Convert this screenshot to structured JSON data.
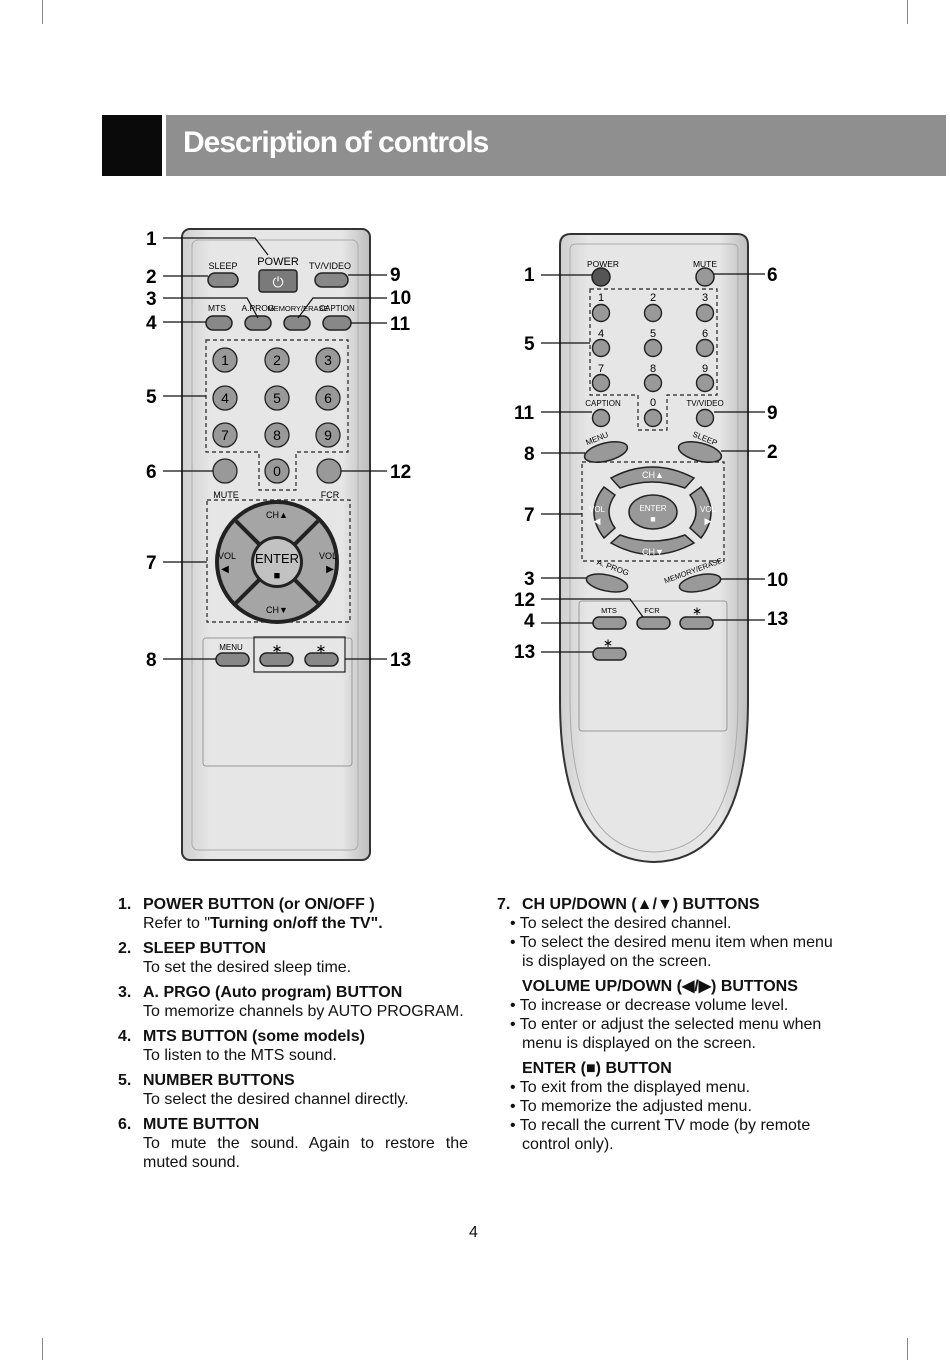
{
  "title": "Description of controls",
  "remote1": {
    "labels": {
      "power": "POWER",
      "sleep": "SLEEP",
      "tvvideo": "TV/VIDEO",
      "mts": "MTS",
      "aprog": "A.PROG",
      "memerase": "MEMORY/ERASE",
      "caption": "CAPTION",
      "mute": "MUTE",
      "fcr": "FCR",
      "ch_up": "CH▲",
      "ch_down": "CH▼",
      "vol_l": "VOL",
      "vol_r": "VOL",
      "enter": "ENTER",
      "menu": "MENU",
      "star": "∗"
    },
    "digits": [
      "1",
      "2",
      "3",
      "4",
      "5",
      "6",
      "7",
      "8",
      "9",
      "0"
    ],
    "callouts_left": [
      "1",
      "2",
      "3",
      "4",
      "5",
      "6",
      "7",
      "8"
    ],
    "callouts_right": [
      "9",
      "10",
      "11",
      "12",
      "13"
    ]
  },
  "remote2": {
    "labels": {
      "power": "POWER",
      "mute": "MUTE",
      "caption": "CAPTION",
      "tvvideo": "TV/VIDEO",
      "menu": "MENU",
      "sleep": "SLEEP",
      "ch_up": "CH▲",
      "ch_down": "CH▼",
      "vol_l": "VOL",
      "vol_r": "VOL",
      "enter": "ENTER",
      "aprog": "A. PROG",
      "memerase": "MEMORY/ERASE",
      "mts": "MTS",
      "fcr": "FCR",
      "star": "∗"
    },
    "digits": [
      "1",
      "2",
      "3",
      "4",
      "5",
      "6",
      "7",
      "8",
      "9",
      "0"
    ],
    "callouts_left": [
      "1",
      "5",
      "11",
      "8",
      "7",
      "3",
      "12",
      "4",
      "13"
    ],
    "callouts_right": [
      "6",
      "9",
      "2",
      "10",
      "13"
    ]
  },
  "left_list": [
    {
      "num": "1.",
      "head": "POWER BUTTON (or ON/OFF )",
      "desc_pre": "Refer to \"",
      "desc_bold": "Turning on/off the TV\".",
      "desc": ""
    },
    {
      "num": "2.",
      "head": "SLEEP BUTTON",
      "desc": "To set the desired sleep time."
    },
    {
      "num": "3.",
      "head": "A. PRGO (Auto program) BUTTON",
      "desc": "To memorize channels by AUTO PROGRAM."
    },
    {
      "num": "4.",
      "head": "MTS BUTTON (some models)",
      "desc": "To listen to the MTS sound."
    },
    {
      "num": "5.",
      "head": "NUMBER BUTTONS",
      "desc": "To select the desired channel directly."
    },
    {
      "num": "6.",
      "head": "MUTE BUTTON",
      "desc": "To mute the sound. Again to restore the muted sound."
    }
  ],
  "right_list": {
    "num": "7.",
    "head": "CH UP/DOWN (▲/▼) BUTTONS",
    "ch_bullets": [
      "To select the desired channel.",
      "To select the desired menu item when menu is displayed on the screen."
    ],
    "vol_head": "VOLUME UP/DOWN (◀/▶) BUTTONS",
    "vol_bullets": [
      "To increase or decrease volume level.",
      "To enter or adjust the selected menu when menu is displayed on the screen."
    ],
    "enter_head": "ENTER (■) BUTTON",
    "enter_bullets": [
      "To exit from the displayed menu.",
      "To memorize the adjusted menu.",
      "To recall the current TV mode (by remote control only)."
    ]
  },
  "page_number": "4"
}
